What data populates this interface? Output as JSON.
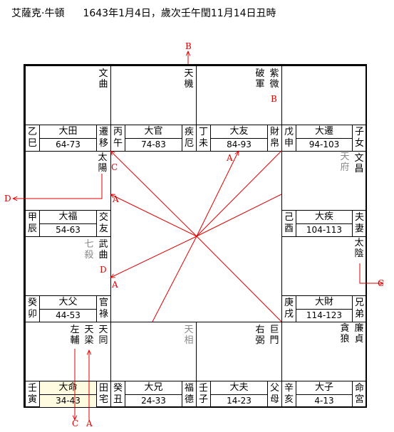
{
  "header": {
    "name": "艾薩克·牛頓",
    "date": "1643年1月4日，歲次壬午閏11月14日丑時"
  },
  "palaces": [
    {
      "id": "si",
      "stem": "乙巳",
      "decade": "大田",
      "range": "64-73",
      "role": "遷移",
      "stars": [
        {
          "t": "文曲",
          "g": false
        }
      ]
    },
    {
      "id": "wu",
      "stem": "丙午",
      "decade": "大官",
      "range": "74-83",
      "role": "疾厄",
      "stars": [
        {
          "t": "天機",
          "g": false
        }
      ]
    },
    {
      "id": "wei",
      "stem": "丁未",
      "decade": "大友",
      "range": "84-93",
      "role": "財帛",
      "stars": [
        {
          "t": "紫微",
          "g": false
        },
        {
          "t": "破軍",
          "g": false
        }
      ]
    },
    {
      "id": "shen",
      "stem": "戊申",
      "decade": "大遷",
      "range": "94-103",
      "role": "子女",
      "stars": [
        {
          "t": "文昌",
          "g": false
        },
        {
          "t": "天府",
          "g": true
        }
      ]
    },
    {
      "id": "you",
      "stem": "己酉",
      "decade": "大疾",
      "range": "104-113",
      "role": "夫妻",
      "stars": [
        {
          "t": "太陰",
          "g": false
        }
      ]
    },
    {
      "id": "xu",
      "stem": "庚戌",
      "decade": "大財",
      "range": "114-123",
      "role": "兄弟",
      "stars": [
        {
          "t": "廉貞",
          "g": false
        },
        {
          "t": "貪狼",
          "g": false
        }
      ]
    },
    {
      "id": "hai",
      "stem": "辛亥",
      "decade": "大子",
      "range": "4-13",
      "role": "命宮",
      "stars": []
    },
    {
      "id": "zi",
      "stem": "壬子",
      "decade": "大夫",
      "range": "14-23",
      "role": "父母",
      "stars": [
        {
          "t": "巨門",
          "g": false
        },
        {
          "t": "右弼",
          "g": false
        }
      ]
    },
    {
      "id": "chou",
      "stem": "癸丑",
      "decade": "大兄",
      "range": "24-33",
      "role": "福德",
      "stars": [
        {
          "t": "天相",
          "g": true
        }
      ]
    },
    {
      "id": "yin",
      "stem": "壬寅",
      "decade": "大命",
      "range": "34-43",
      "role": "田宅",
      "stars": [
        {
          "t": "天同",
          "g": false
        },
        {
          "t": "天梁",
          "g": false
        },
        {
          "t": "左輔",
          "g": false
        }
      ]
    },
    {
      "id": "mao",
      "stem": "癸卯",
      "decade": "大父",
      "range": "44-53",
      "role": "官祿",
      "stars": [
        {
          "t": "七殺",
          "g": true
        },
        {
          "t": "武曲",
          "g": false
        }
      ]
    },
    {
      "id": "chen",
      "stem": "甲辰",
      "decade": "大福",
      "range": "54-63",
      "role": "交友",
      "stars": [
        {
          "t": "太陽",
          "g": false
        }
      ]
    }
  ],
  "markers": {
    "top_b": "B",
    "wei_b": "B",
    "sun_c": "C",
    "sun_a": "A",
    "center_a": "A",
    "left_d": "D",
    "wuqu_d": "D",
    "wuqu_a": "A",
    "right_c": "C",
    "bottom_c": "C",
    "bottom_a": "A"
  },
  "colors": {
    "line": "#e00000",
    "gray_star": "#888888",
    "highlight": "#fffbe0"
  }
}
